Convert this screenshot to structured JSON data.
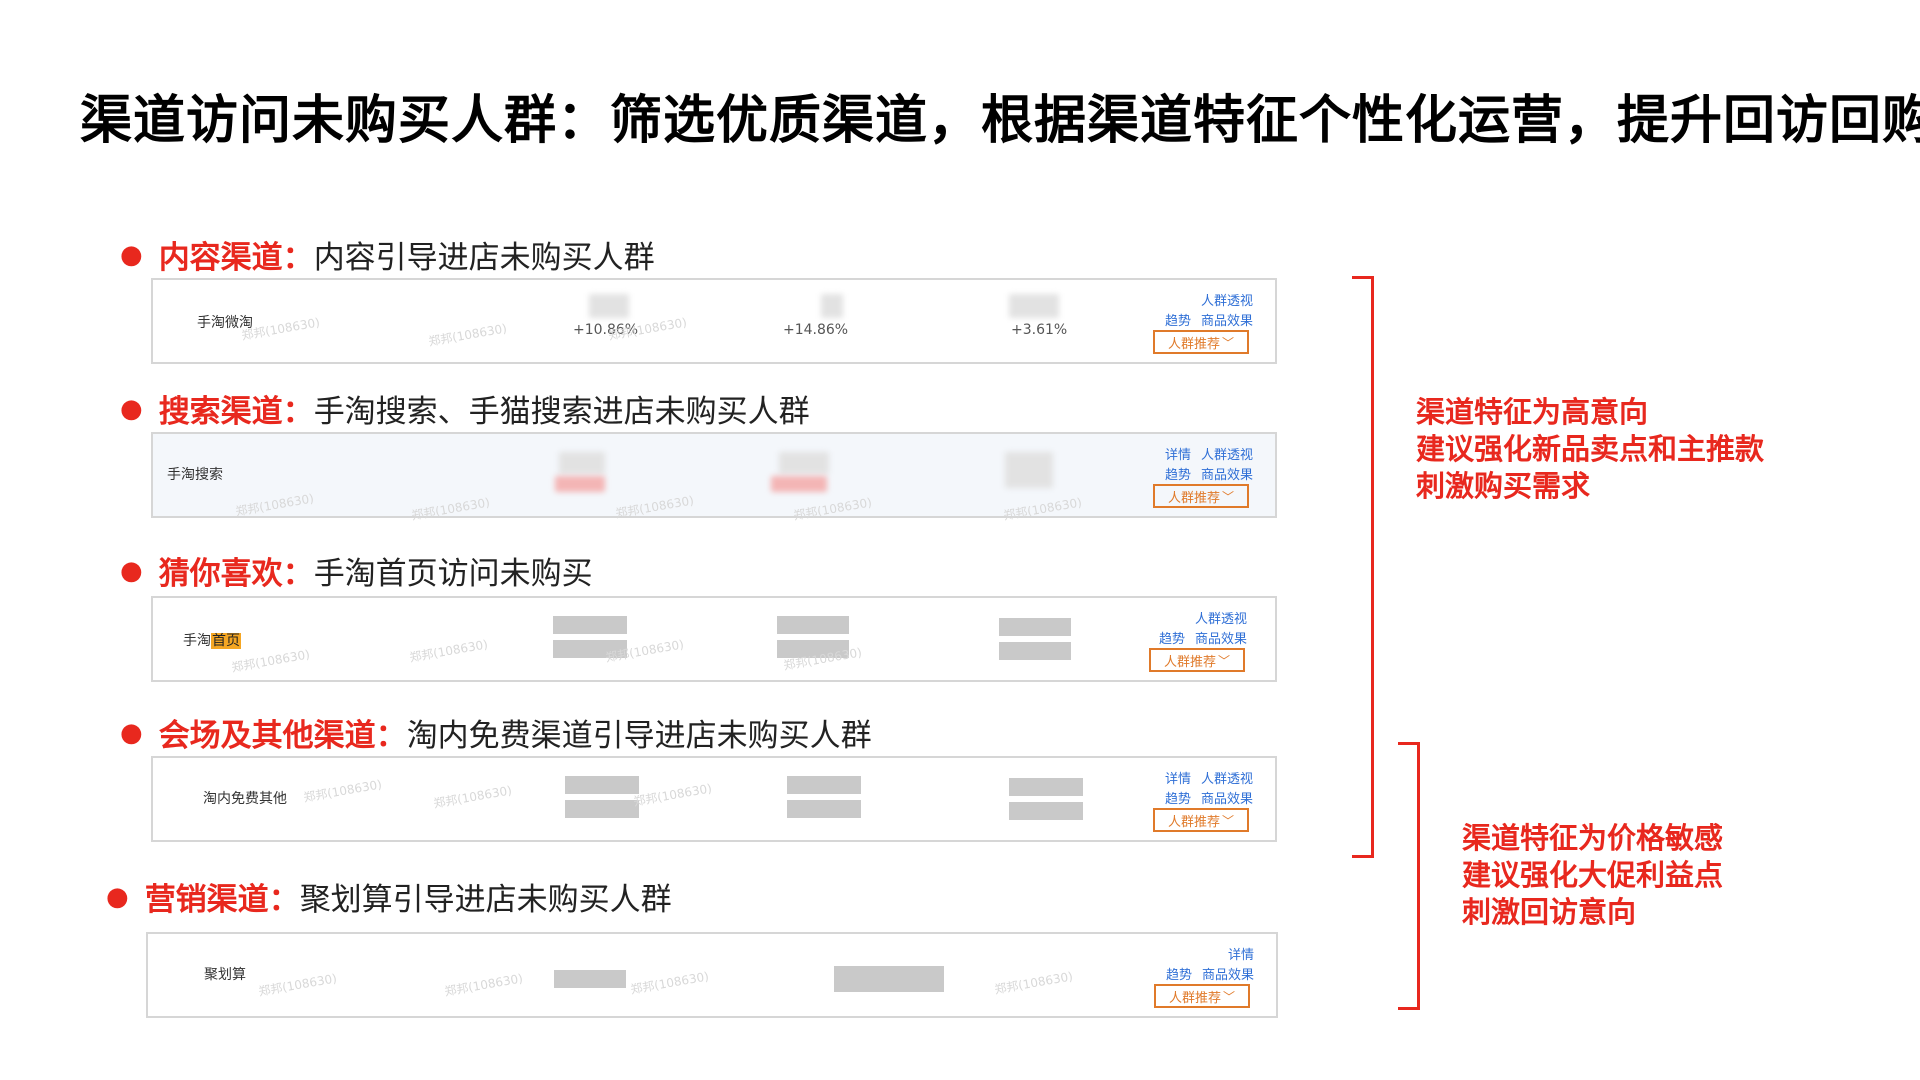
{
  "title": "渠道访问未购买人群：筛选优质渠道，根据渠道特征个性化运营，提升回访回购",
  "sections": [
    {
      "name": "内容渠道：",
      "desc": "内容引导进店未购买人群"
    },
    {
      "name": "搜索渠道：",
      "desc": "手淘搜索、手猫搜索进店未购买人群"
    },
    {
      "name": "猜你喜欢：",
      "desc": "手淘首页访问未购买"
    },
    {
      "name": "会场及其他渠道：",
      "desc": "淘内免费渠道引导进店未购买人群"
    },
    {
      "name": "营销渠道：",
      "desc": "聚划算引导进店未购买人群"
    }
  ],
  "cards": [
    {
      "channel": "手淘微淘",
      "metrics": [
        "+10.86%",
        "+14.86%",
        "+3.61%"
      ],
      "links_top": [
        "人群透视"
      ],
      "links_bottom": [
        "趋势",
        "商品效果"
      ],
      "button": "人群推荐"
    },
    {
      "channel": "手淘搜索",
      "links_top": [
        "详情",
        "人群透视"
      ],
      "links_bottom": [
        "趋势",
        "商品效果"
      ],
      "button": "人群推荐"
    },
    {
      "channel_prefix": "手淘",
      "channel_highlight": "首页",
      "links_top": [
        "人群透视"
      ],
      "links_bottom": [
        "趋势",
        "商品效果"
      ],
      "button": "人群推荐"
    },
    {
      "channel": "淘内免费其他",
      "links_top": [
        "详情",
        "人群透视"
      ],
      "links_bottom": [
        "趋势",
        "商品效果"
      ],
      "button": "人群推荐"
    },
    {
      "channel": "聚划算",
      "links_top": [
        "详情"
      ],
      "links_bottom": [
        "趋势",
        "商品效果"
      ],
      "button": "人群推荐"
    }
  ],
  "watermark": "郑邦(108630)",
  "notes": [
    {
      "lines": [
        "渠道特征为高意向",
        "建议强化新品卖点和主推款",
        "刺激购买需求"
      ]
    },
    {
      "lines": [
        "渠道特征为价格敏感",
        "建议强化大促利益点",
        "刺激回访意向"
      ]
    }
  ],
  "colors": {
    "accent_red": "#e8281e",
    "link_blue": "#2f6fd6",
    "button_orange": "#e07a2a"
  }
}
